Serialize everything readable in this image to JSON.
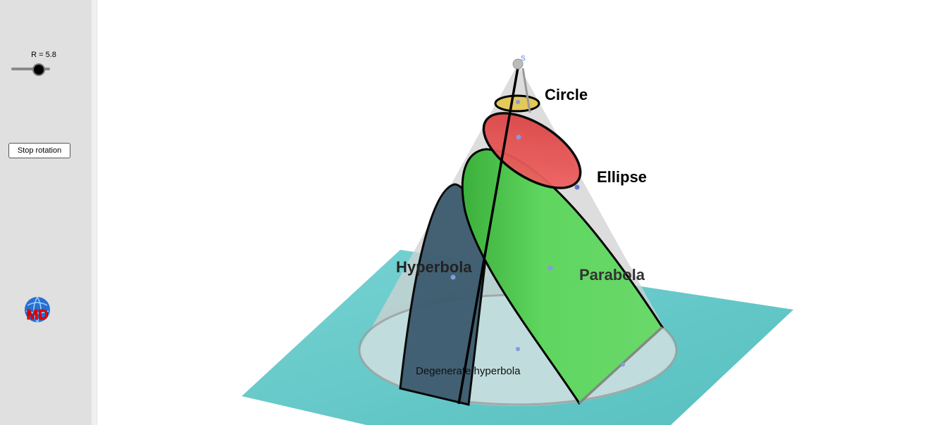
{
  "sidebar": {
    "slider": {
      "label": "R = 5.8",
      "value": 5.8
    },
    "stop_rotation_label": "Stop rotation",
    "logo_text": "MD"
  },
  "scene": {
    "apex_label": "S",
    "labels": {
      "circle": "Circle",
      "ellipse": "Ellipse",
      "hyperbola": "Hyperbola",
      "parabola": "Parabola",
      "degenerate": "Degenerate hyperbola"
    },
    "colors": {
      "plane": "#5cc4c4",
      "circle": "#e3c85a",
      "ellipse": "#f05a5a",
      "parabola": "#5fd65f",
      "hyperbola": "#3c5a6e",
      "cone": "#c8c8c8"
    }
  }
}
